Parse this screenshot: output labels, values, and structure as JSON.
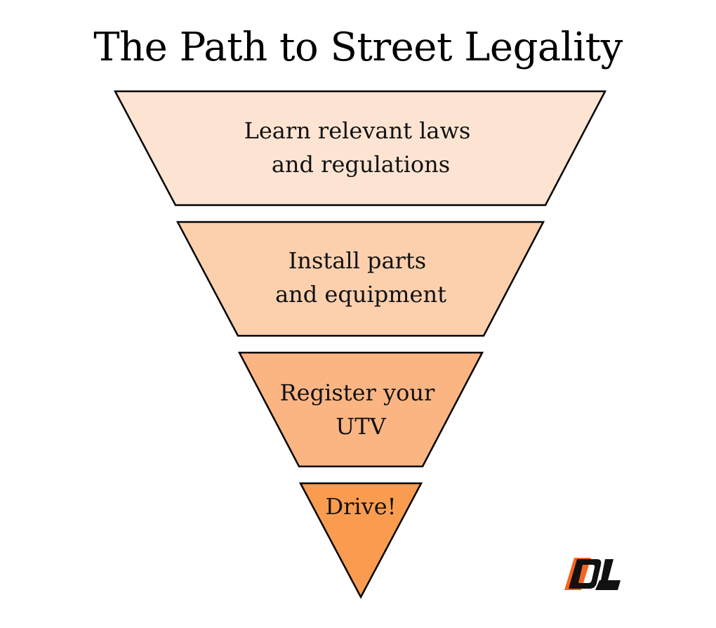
{
  "title": "The Path to Street Legality",
  "stages": [
    {
      "lines": [
        "Learn relevant laws",
        "and regulations"
      ],
      "color": "#fde4d2"
    },
    {
      "lines": [
        "Install parts",
        "and equipment"
      ],
      "color": "#fcd0ad"
    },
    {
      "lines": [
        "Register your",
        "UTV"
      ],
      "color": "#fbb583"
    },
    {
      "lines": [
        "Drive!"
      ],
      "color": "#fa9c50"
    }
  ],
  "logo": {
    "colors": {
      "dark": "#111111",
      "accent": "#f26522"
    },
    "icon": "dl-logo"
  }
}
